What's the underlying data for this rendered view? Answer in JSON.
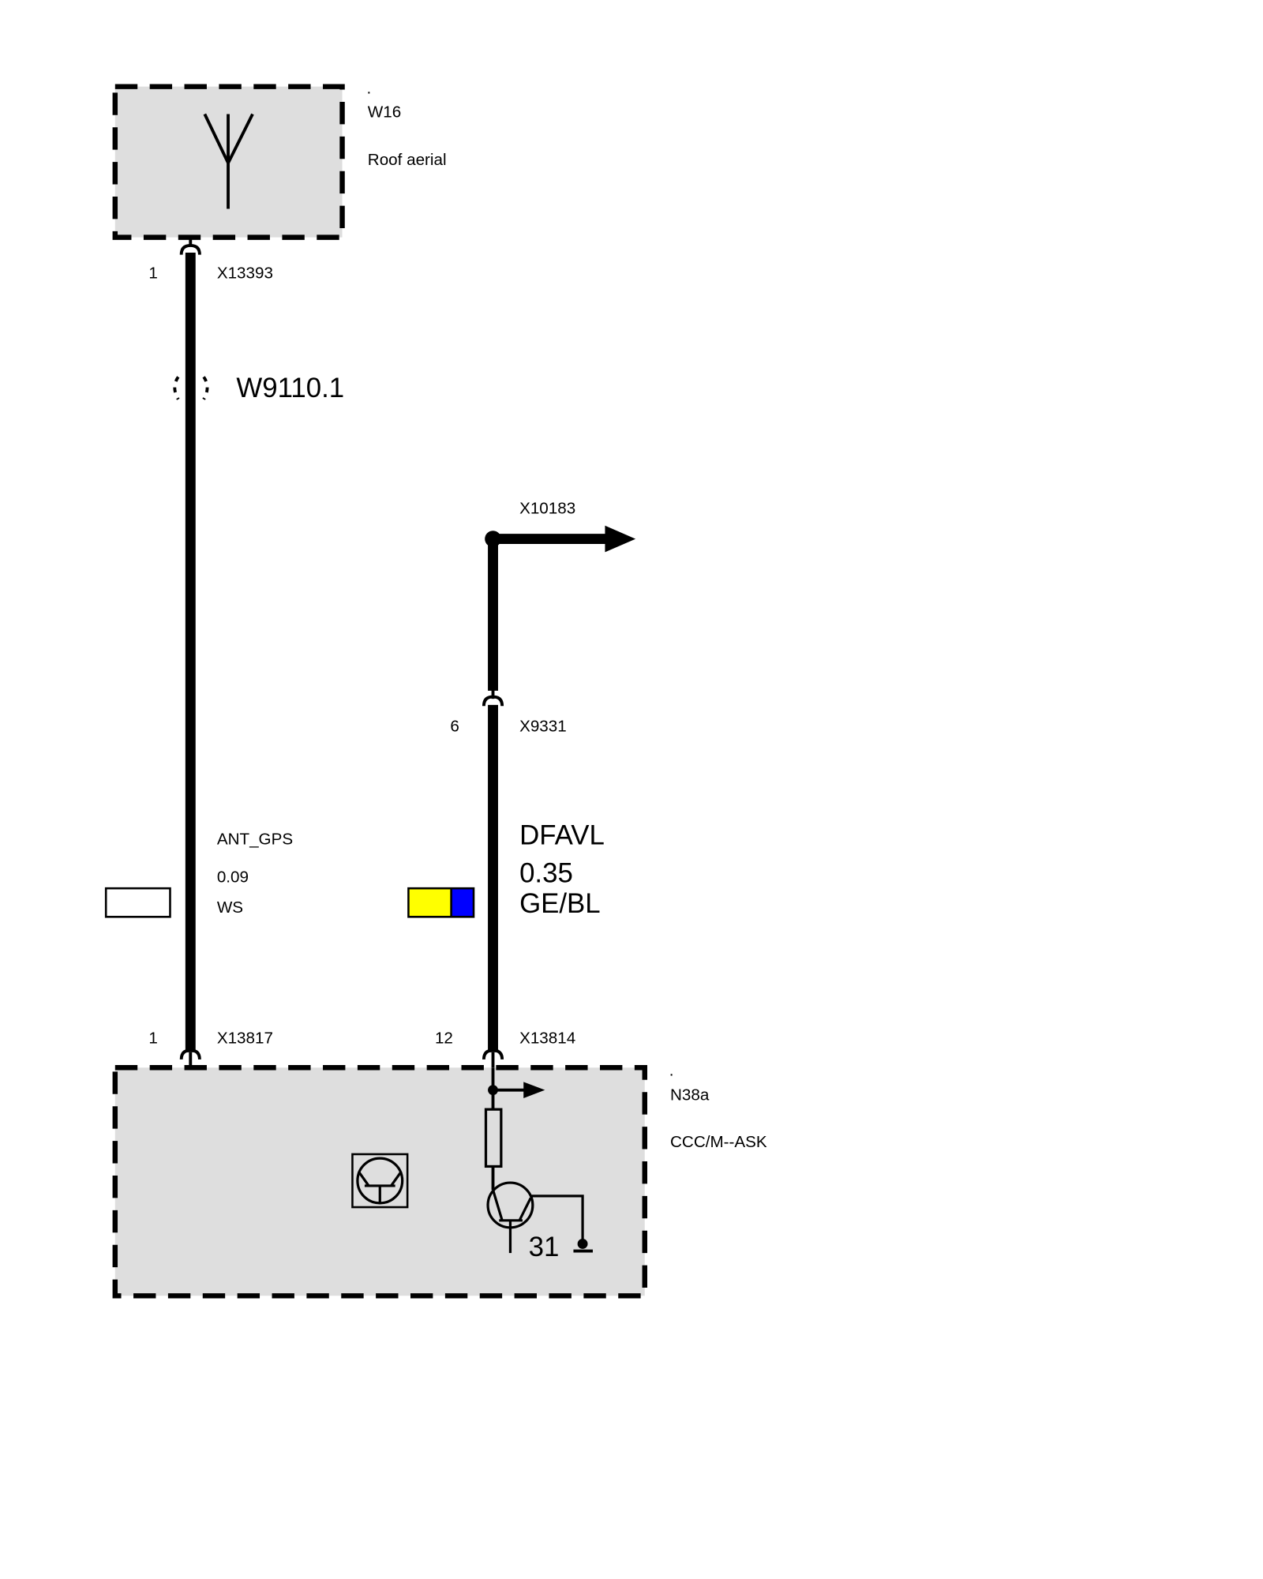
{
  "components": {
    "aerial": {
      "dot": ".",
      "id": "W16",
      "name": "Roof aerial"
    },
    "module": {
      "dot": ".",
      "id": "N38a",
      "name": "CCC/M--ASK",
      "ground_label": "31"
    }
  },
  "connectors": {
    "aerial_out": {
      "pin": "1",
      "id": "X13393"
    },
    "module_ant": {
      "pin": "1",
      "id": "X13817"
    },
    "module_pin12": {
      "pin": "12",
      "id": "X13814"
    },
    "inline": {
      "pin": "6",
      "id": "X9331"
    },
    "continuation": {
      "id": "X10183"
    }
  },
  "cable": {
    "id": "W9110.1"
  },
  "wires": {
    "ant_gps": {
      "signal": "ANT_GPS",
      "size": "0.09",
      "color_code": "WS",
      "colors": [
        "#ffffff"
      ]
    },
    "dfavl": {
      "signal": "DFAVL",
      "size": "0.35",
      "color_code": "GE/BL",
      "colors": [
        "#ffff00",
        "#0000ff"
      ]
    }
  }
}
